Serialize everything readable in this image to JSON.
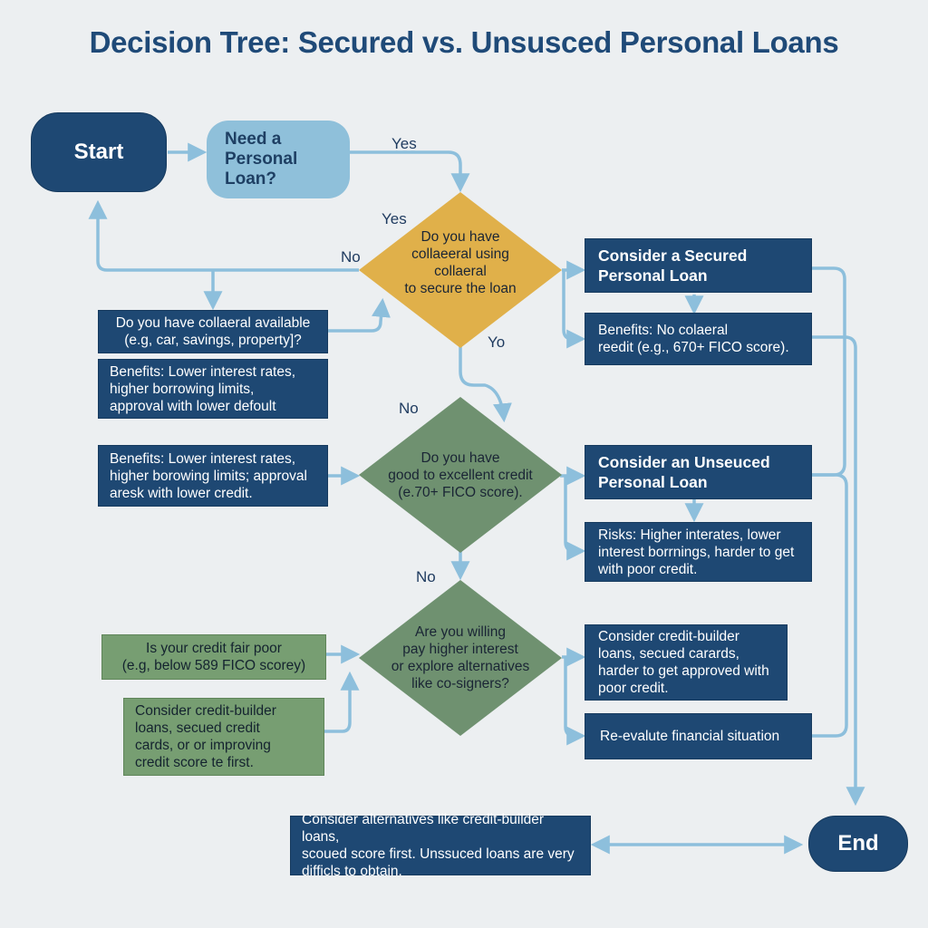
{
  "title": "Decision Tree: Secured vs. Unsusced Personal Loans",
  "colors": {
    "navy": "#1e4873",
    "light_blue": "#8fc0da",
    "gold": "#e0b04a",
    "green": "#6f9170",
    "box_green": "#779e72",
    "arrow": "#8dbfdc"
  },
  "nodes": {
    "start": "Start",
    "need_loan": [
      "Need a",
      "Personal",
      "Loan?"
    ],
    "collateral_q": [
      "Do you have",
      "collaeeral using",
      "collaeral",
      "to secure the loan"
    ],
    "collateral_available": [
      "Do you have collaeral available",
      "(e.g, car, savings, property]?"
    ],
    "benefits_1": [
      "Benefits: Lower interest rates,",
      "higher borrowing limits,",
      "approval with lower defoult"
    ],
    "secured_loan": [
      "Consider a Secured",
      "Personal Loan"
    ],
    "secured_benefits": [
      "Benefits: No colaeral",
      "reedit (e.g., 670+ FICO score)."
    ],
    "credit_q": [
      "Do you have",
      "good to excellent credit",
      "(e.70+ FICO score)."
    ],
    "benefits_2": [
      "Benefits: Lower interest rates,",
      "higher borowing limits; approval",
      "aresk with lower credit."
    ],
    "unsecured_loan": [
      "Consider an Unseuced",
      "Personal Loan"
    ],
    "risks": [
      "Risks: Higher interates, lower",
      "interest borrnings, harder to get",
      "with poor credit."
    ],
    "willing_q": [
      "Are you willing",
      "pay higher interest",
      "or explore alternatives",
      "like co-signers?"
    ],
    "fair_poor": [
      "Is your credit fair poor",
      "(e.g, below 589 FICO scorey)"
    ],
    "credit_builder_left": [
      "Consider credit-builder",
      "loans, secued credit",
      "cards, or or improving",
      "credit score te first."
    ],
    "credit_builder_right": [
      "Consider credit-builder",
      "loans, secued carards,",
      "harder to get approved with",
      "poor credit."
    ],
    "reevaluate": "Re-evalute financial situation",
    "alternatives": [
      "Consider alternatives like credit-builder loans,",
      "scoued score first. Unssuced loans are very",
      "difficls to obtain."
    ],
    "end": "End"
  },
  "labels": {
    "yes_top": "Yes",
    "yes_mid": "Yes",
    "no_left": "No",
    "yo": "Yo",
    "no_mid": "No",
    "no_lower": "No"
  }
}
